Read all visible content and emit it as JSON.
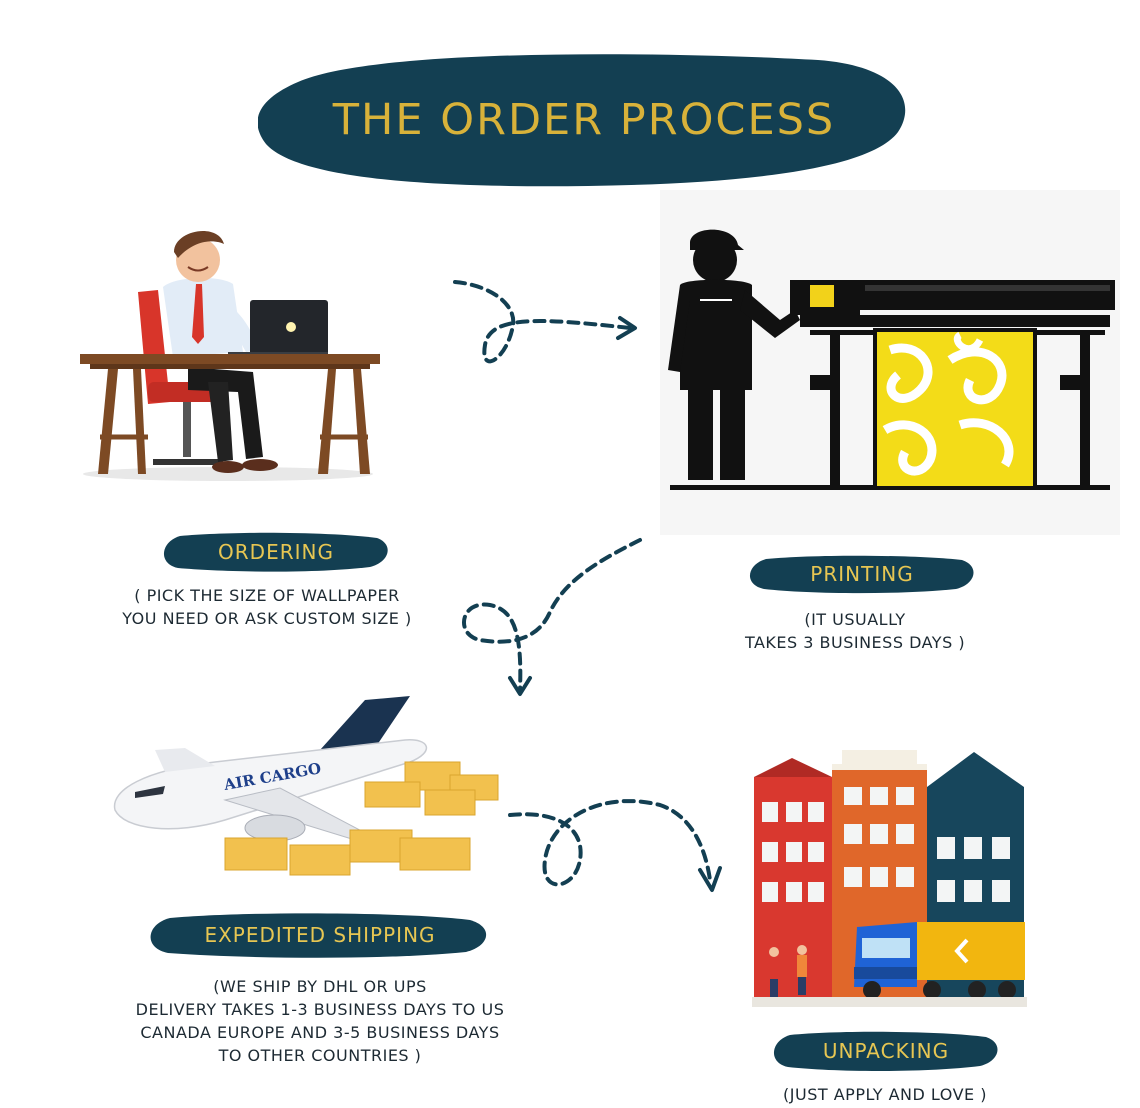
{
  "title": "THE ORDER PROCESS",
  "colors": {
    "navy": "#133f52",
    "gold": "#d8b23a",
    "text": "#1d2a33"
  },
  "steps": {
    "ordering": {
      "label": "ORDERING",
      "desc": [
        "( PICK THE SIZE OF WALLPAPER",
        "YOU NEED OR ASK CUSTOM SIZE )"
      ]
    },
    "printing": {
      "label": "PRINTING",
      "desc": [
        "(IT USUALLY",
        "TAKES 3 BUSINESS DAYS )"
      ]
    },
    "shipping": {
      "label": "EXPEDITED SHIPPING",
      "desc": [
        "(WE SHIP BY DHL OR UPS",
        "DELIVERY TAKES 1-3 BUSINESS DAYS TO US",
        "CANADA EUROPE AND 3-5 BUSINESS DAYS",
        "TO OTHER COUNTRIES )"
      ]
    },
    "unpacking": {
      "label": "UNPACKING",
      "desc": [
        "(JUST APPLY AND LOVE )"
      ]
    }
  },
  "illustrations": {
    "plane_text": "AIR CARGO"
  }
}
